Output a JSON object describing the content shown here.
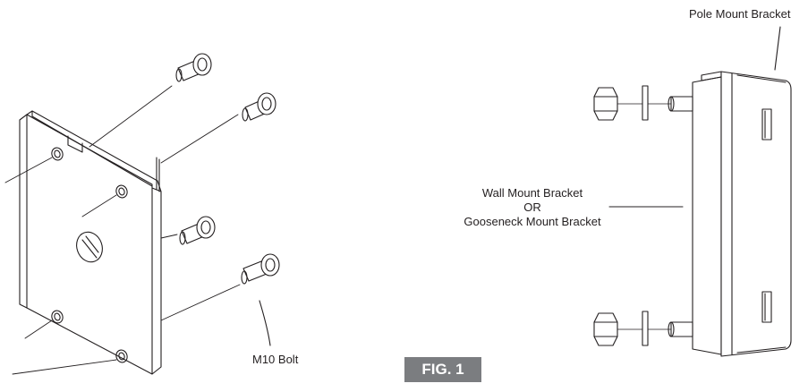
{
  "labels": {
    "pole_mount_bracket": "Pole Mount Bracket",
    "wall_mount_line1": "Wall Mount Bracket",
    "wall_mount_line2": "OR",
    "wall_mount_line3": "Gooseneck Mount Bracket",
    "m10_bolt": "M10 Bolt"
  },
  "figure": {
    "label": "FIG. 1"
  },
  "colors": {
    "line": "#231f20",
    "badge": "#7b7d80",
    "badge_text": "#ffffff"
  }
}
